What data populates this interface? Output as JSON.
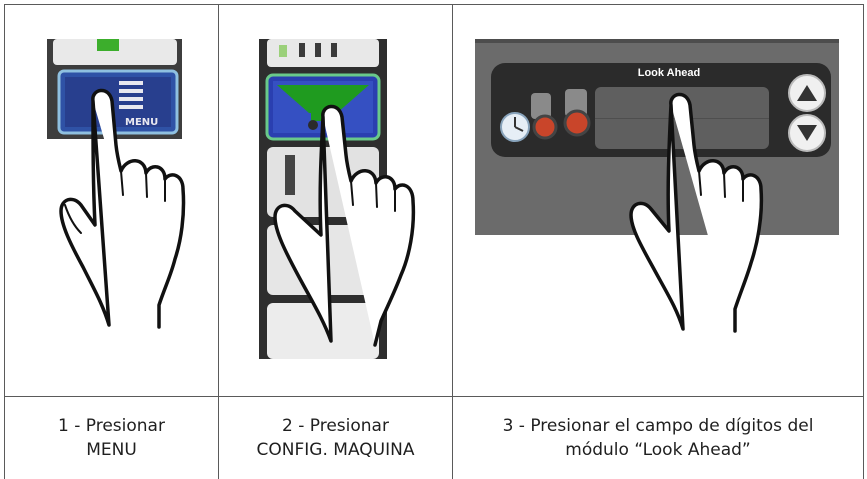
{
  "steps": [
    {
      "line1": "1 - Presionar",
      "line2": "MENU",
      "icon": "menu-icon"
    },
    {
      "line1": "2 - Presionar",
      "line2": "CONFIG. MAQUINA",
      "icon": "planter-config-icon"
    },
    {
      "line1": "3 - Presionar el campo de dígitos del",
      "line2": "módulo “Look Ahead”",
      "icon": "binoculars-icon"
    }
  ],
  "screen": {
    "module_title": "Look Ahead",
    "menu_text": "MENU"
  },
  "colors": {
    "border": "#5a5a5a",
    "screen_gray": "#6b6b6b",
    "module_dark": "#2b2b2b",
    "field_gray": "#5f5f5f",
    "config_green": "#1f9b1f",
    "config_blue": "#2a3fb0",
    "menu_blue": "#28408e"
  }
}
